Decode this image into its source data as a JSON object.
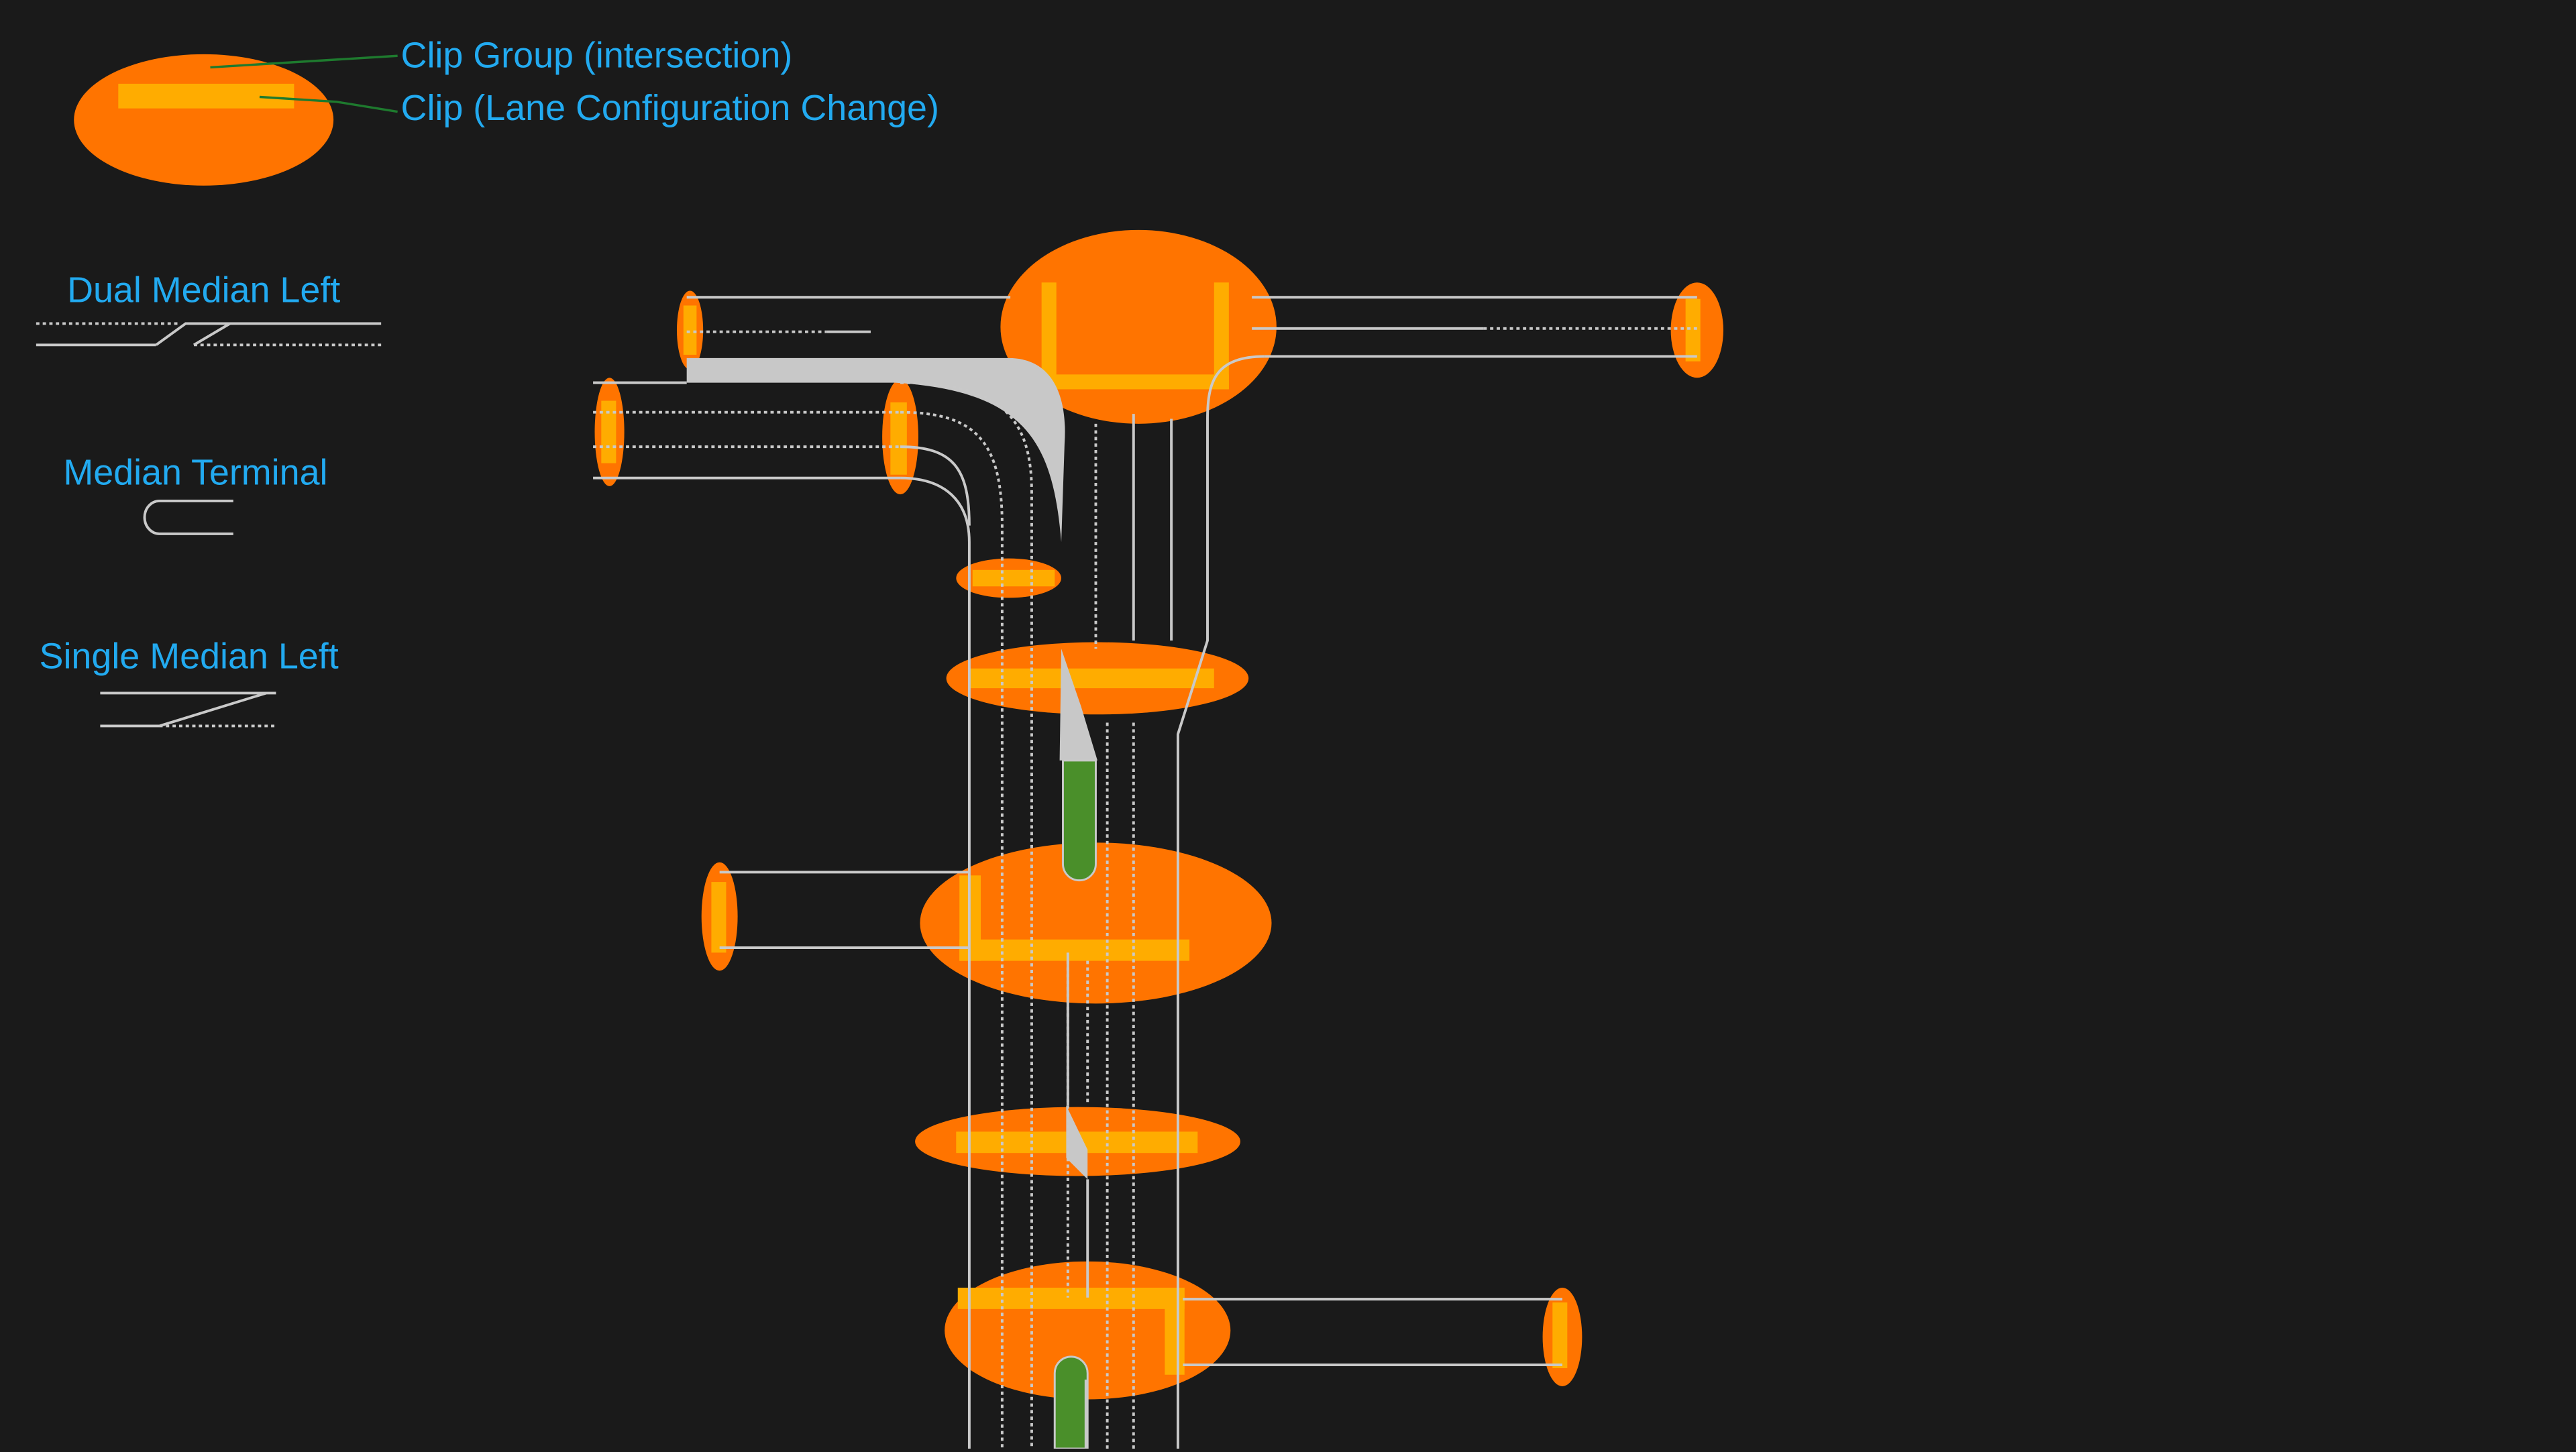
{
  "colors": {
    "background": "#1a1a1a",
    "clip_group": "#ff7400",
    "clip": "#ffac00",
    "label_text": "#22aaf0",
    "road_line": "#c9c9c9",
    "median_fill": "#c8c8c8",
    "green_median": "#4a8f2a",
    "leader_line": "#1e7a2e"
  },
  "legend": {
    "clip_group_label": "Clip Group (intersection)",
    "clip_label": "Clip (Lane Configuration Change)"
  },
  "symbols": [
    {
      "id": "dual-median-left",
      "label": "Dual Median Left"
    },
    {
      "id": "median-terminal",
      "label": "Median Terminal"
    },
    {
      "id": "single-median-left",
      "label": "Single Median Left"
    }
  ]
}
